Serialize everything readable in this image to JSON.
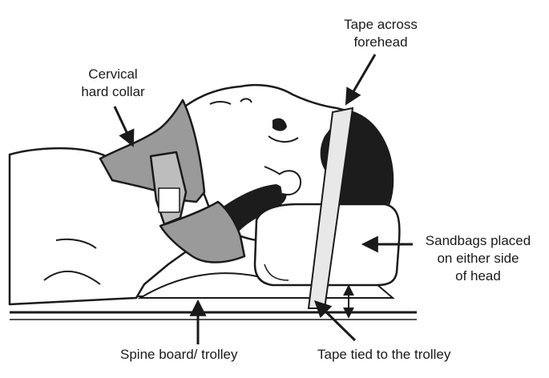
{
  "labels": {
    "collar_line1": "Cervical",
    "collar_line2": "hard collar",
    "tape_forehead_line1": "Tape across",
    "tape_forehead_line2": "forehead",
    "sandbags_line1": "Sandbags placed",
    "sandbags_line2": "on either side",
    "sandbags_line3": "of head",
    "spine_board": "Spine board/ trolley",
    "tape_trolley": "Tape tied to the trolley"
  },
  "colors": {
    "ink": "#1a1a1a",
    "collar_fill": "#9a9a9a",
    "hair_fill": "#1c1c1c",
    "sandbag_fill": "#ffffff",
    "tape_fill": "#e8e8e8",
    "skin_fill": "#ffffff"
  }
}
